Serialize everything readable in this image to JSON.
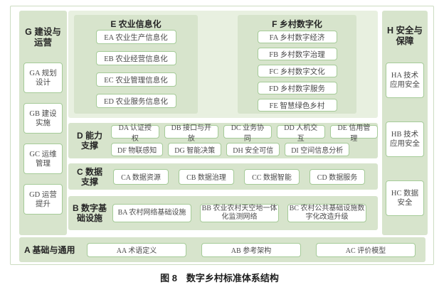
{
  "palette": {
    "panel_green": "#d7e4cc",
    "container_green": "#e8f0e0",
    "box_border_green": "#a5cb98",
    "frame_border": "#ccdcc2"
  },
  "caption": "图 8　数字乡村标准体系结构",
  "sections": {
    "g": {
      "title": "G 建设与\n运营",
      "items": [
        "GA 规划\n设计",
        "GB 建设\n实施",
        "GC 运维\n管理",
        "GD 运营\n提升"
      ]
    },
    "e": {
      "title": "E 农业信息化",
      "items": [
        "EA 农业生产信息化",
        "EB 农业经营信息化",
        "EC 农业管理信息化",
        "ED 农业服务信息化"
      ]
    },
    "f": {
      "title": "F 乡村数字化",
      "items": [
        "FA 乡村数字经济",
        "FB 乡村数字治理",
        "FC 乡村数字文化",
        "FD 乡村数字服务",
        "FE 智慧绿色乡村"
      ]
    },
    "d": {
      "title": "D 能力\n支撑",
      "rows": [
        [
          "DA 认证授权",
          "DB 接口与开放",
          "DC 业务协同",
          "DD 人机交互",
          "DE 信用管理"
        ],
        [
          "DF 物联感知",
          "DG 智能决策",
          "DH 安全可信",
          "DI 空间信息分析"
        ]
      ]
    },
    "c": {
      "title": "C 数据\n支撑",
      "items": [
        "CA 数据资源",
        "CB 数据治理",
        "CC 数据智能",
        "CD 数据服务"
      ]
    },
    "b": {
      "title": "B 数字基\n础设施",
      "items": [
        "BA 农村网络基础设施",
        "BB 农业农村天空地一体\n化监测网络",
        "BC 农村公共基础设施数\n字化改造升级"
      ]
    },
    "h": {
      "title": "H 安全与\n保障",
      "items": [
        "HA 技术\n应用安全",
        "HB 技术\n应用安全",
        "HC 数据\n安全"
      ]
    },
    "a": {
      "title": "A 基础与通用",
      "items": [
        "AA 术语定义",
        "AB 参考架构",
        "AC 评价模型"
      ]
    }
  }
}
